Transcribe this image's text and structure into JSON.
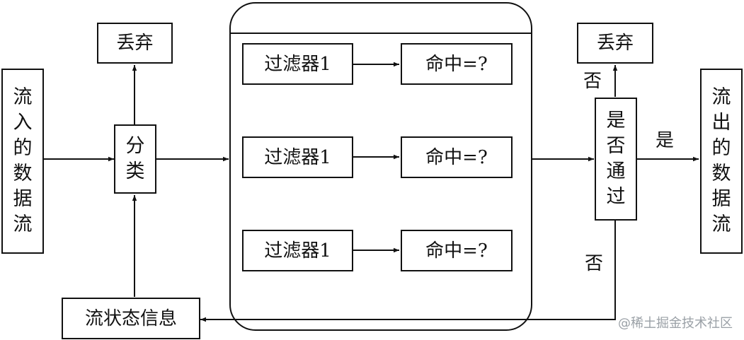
{
  "nodes": {
    "input_stream": "流入的数据流",
    "classify": "分类",
    "discard_left": "丢弃",
    "flow_state": "流状态信息",
    "filters": [
      {
        "filter": "过滤器1",
        "hit": "命中=?"
      },
      {
        "filter": "过滤器1",
        "hit": "命中=?"
      },
      {
        "filter": "过滤器1",
        "hit": "命中=?"
      }
    ],
    "pass_check": "是否通过",
    "discard_right": "丢弃",
    "output_stream": "流出的数据流"
  },
  "edge_labels": {
    "no_top": "否",
    "yes": "是",
    "no_bottom": "否"
  },
  "watermark": "@稀土掘金技术社区"
}
